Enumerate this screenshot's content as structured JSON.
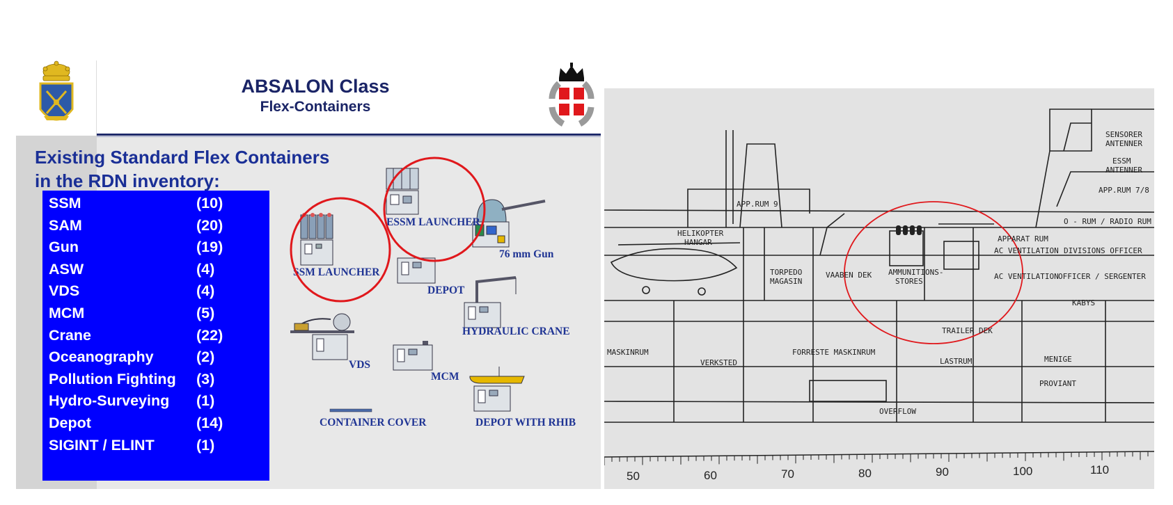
{
  "slide": {
    "title": "ABSALON Class",
    "subtitle": "Flex-Containers",
    "heading_line1": "Existing Standard Flex Containers",
    "heading_line2": "in the RDN inventory:",
    "inventory": [
      {
        "name": "SSM",
        "count": "(10)"
      },
      {
        "name": "SAM",
        "count": "(20)"
      },
      {
        "name": "Gun",
        "count": "(19)"
      },
      {
        "name": "ASW",
        "count": "(4)"
      },
      {
        "name": "VDS",
        "count": "(4)"
      },
      {
        "name": "MCM",
        "count": "(5)"
      },
      {
        "name": "Crane",
        "count": "(22)"
      },
      {
        "name": "Oceanography",
        "count": "(2)"
      },
      {
        "name": "Pollution Fighting",
        "count": "(3)"
      },
      {
        "name": "Hydro-Surveying",
        "count": "(1)"
      },
      {
        "name": "Depot",
        "count": "(14)"
      },
      {
        "name": "SIGINT / ELINT",
        "count": "(1)"
      }
    ],
    "labels": {
      "ssm_launcher": "SSM LAUNCHER",
      "essm_launcher": "ESSM LAUNCHER",
      "gun76": "76 mm Gun",
      "depot": "DEPOT",
      "hydraulic_crane": "HYDRAULIC CRANE",
      "vds": "VDS",
      "mcm": "MCM",
      "container_cover": "CONTAINER COVER",
      "depot_with_rhib": "DEPOT WITH RHIB"
    },
    "colors": {
      "title": "#1a2466",
      "list_background": "#0000ff",
      "highlight_circle": "#e0181c",
      "label": "#1f3494"
    }
  },
  "drawing": {
    "labels": {
      "sensorer": "SENSORER",
      "antenner": "ANTENNER",
      "essm": "ESSM",
      "essm_antenner": "ANTENNER",
      "app_rum_78": "APP.RUM 7/8",
      "app_rum_9": "APP.RUM 9",
      "o_rum": "O - RUM / RADIO RUM",
      "apparat_rum": "APPARAT RUM",
      "ac_ventilation_1": "AC VENTILATION",
      "divisions_officer": "DIVISIONS OFFICER",
      "ac_ventilation_2": "AC VENTILATION",
      "officer_sergenter": "OFFICER / SERGENTER",
      "kabys": "KABYS",
      "helikopter": "HELIKOPTER",
      "hangar": "HANGAR",
      "torpedo": "TORPEDO",
      "magasin": "MAGASIN",
      "vaaben_dek": "VAABEN DEK",
      "ammunitions": "AMMUNITIONS-",
      "stores": "STORES",
      "trailer_dek": "TRAILER DEK",
      "maskinrum": "MASKINRUM",
      "verksted": "VERKSTED",
      "forreste_maskinrum": "FORRESTE MASKINRUM",
      "lastrum": "LASTRUM",
      "menige": "MENIGE",
      "proviant": "PROVIANT",
      "overflow": "OVERFLOW"
    },
    "scale": [
      "50",
      "60",
      "70",
      "80",
      "90",
      "100",
      "110"
    ]
  }
}
